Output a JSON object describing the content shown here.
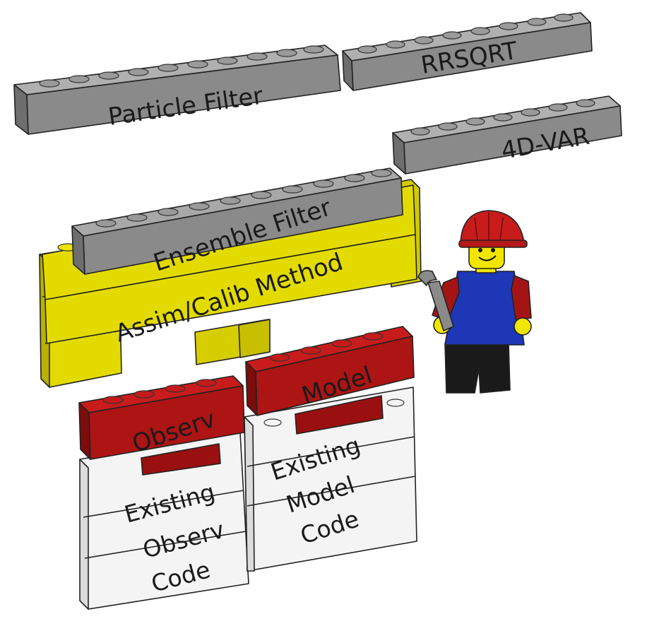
{
  "bricks": {
    "particle_filter": "Particle Filter",
    "rrsqrt": "RRSQRT",
    "four_d_var": "4D-VAR",
    "ensemble_filter": "Ensemble Filter",
    "assim_calib": "Assim/Calib Method",
    "model": "Model",
    "observ": "Observ"
  },
  "model_stack": [
    "Existing",
    "Model",
    "Code"
  ],
  "observ_stack": [
    "Existing",
    "Observ",
    "Code"
  ],
  "colors": {
    "gray": "#8a8a8a",
    "yellow": "#e3db00",
    "red": "#ad1414",
    "white": "#f4f4f4",
    "figure_blue": "#1d37b6",
    "figure_yellow": "#f2e600"
  },
  "icons": {
    "minifigure": "construction-worker-minifigure",
    "tool": "wrench-icon"
  }
}
